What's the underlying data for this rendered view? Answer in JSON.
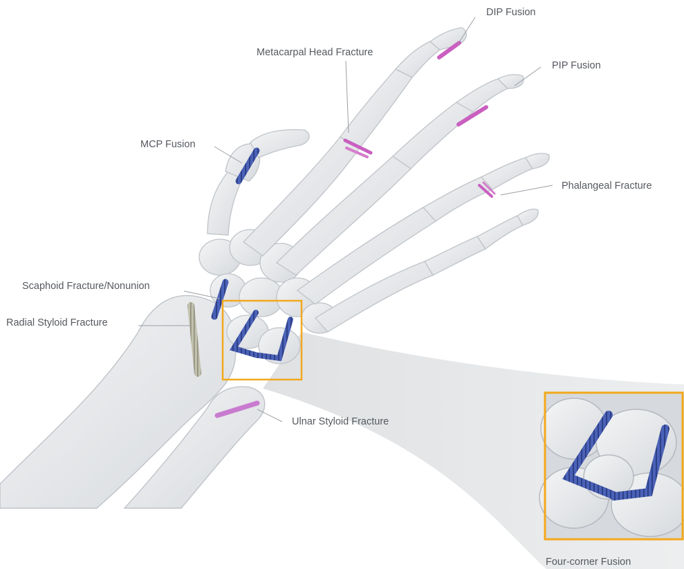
{
  "labels": {
    "dip_fusion": "DIP Fusion",
    "metacarpal_head_fracture": "Metacarpal Head Fracture",
    "pip_fusion": "PIP Fusion",
    "mcp_fusion": "MCP Fusion",
    "phalangeal_fracture": "Phalangeal Fracture",
    "scaphoid_fracture": "Scaphoid Fracture/Nonunion",
    "radial_styloid_fracture": "Radial Styloid Fracture",
    "ulnar_styloid_fracture": "Ulnar Styloid Fracture",
    "four_corner_fusion": "Four-corner Fusion"
  },
  "colors": {
    "bone_fill": "#e3e5e8",
    "bone_stroke": "#b9bdc3",
    "pink_implant": "#c95fc0",
    "blue_implant": "#3f55a8",
    "tan_implant": "#b3b29e",
    "highlight_box": "#f3a81c",
    "leader_line": "#9a9ea4",
    "label_text": "#55595f",
    "zoom_cone": "#e9eaeb"
  },
  "icons": {
    "hand_skeleton": "hand-skeleton-illustration",
    "zoom_inset": "four-corner-fusion-closeup"
  }
}
